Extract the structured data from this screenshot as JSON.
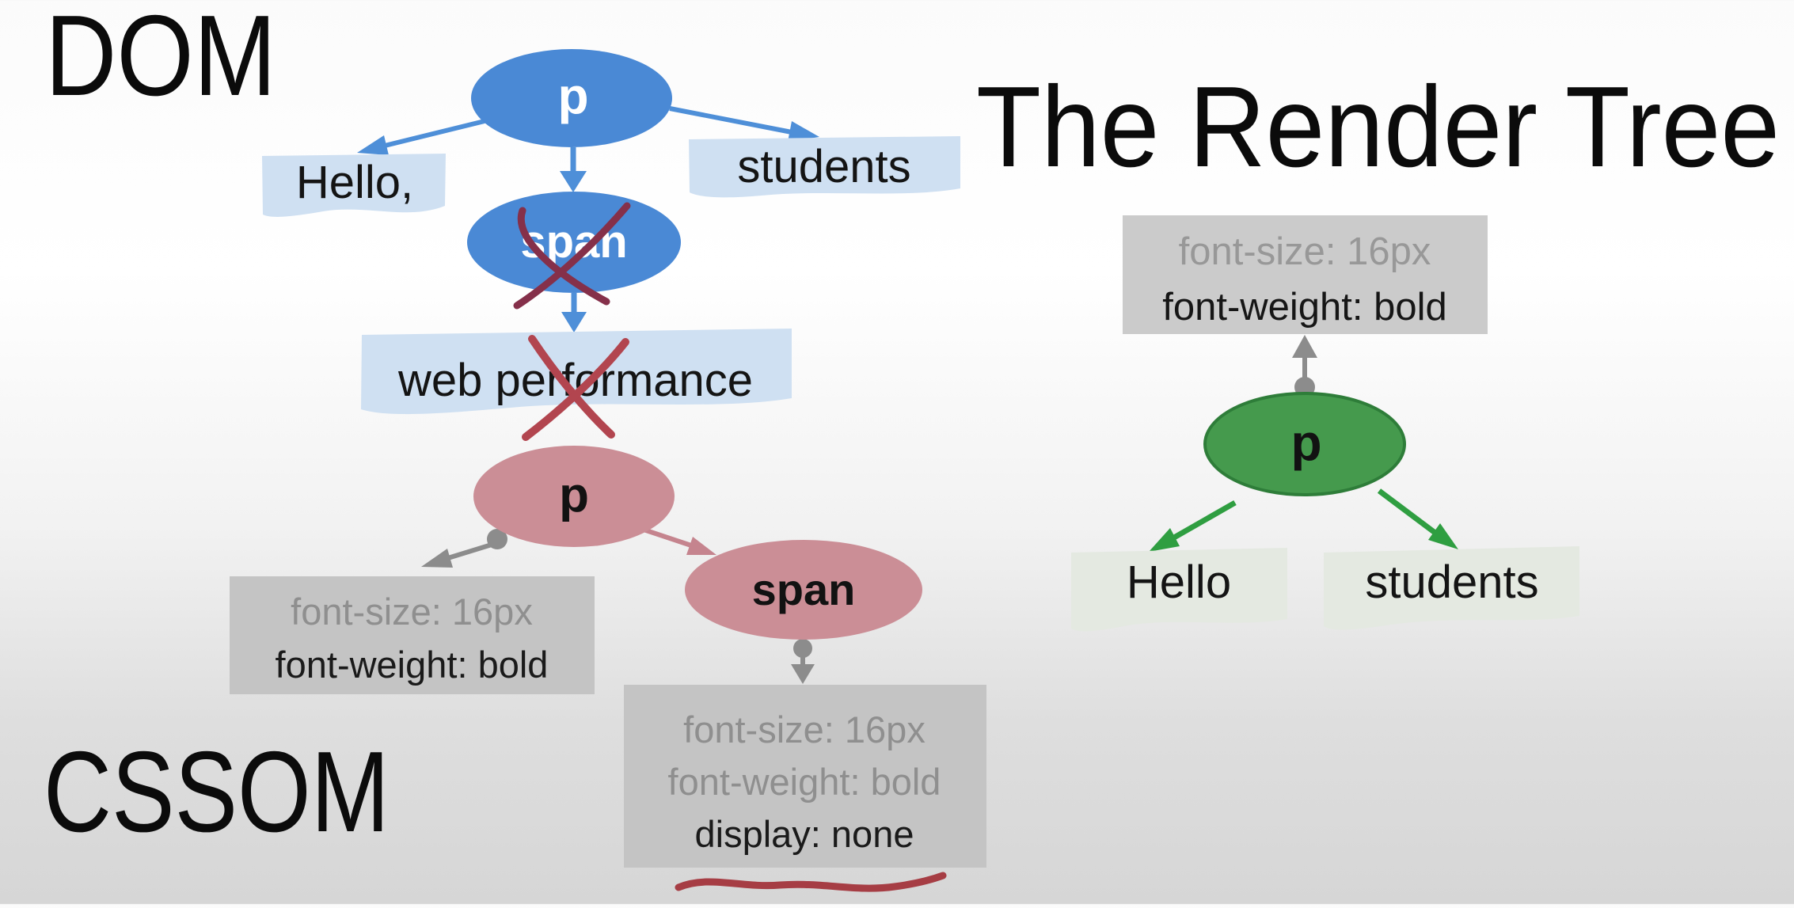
{
  "titles": {
    "dom": "DOM",
    "cssom": "CSSOM",
    "render_tree": "The Render Tree"
  },
  "dom_tree": {
    "p_label": "p",
    "text_left": "Hello,",
    "text_right": "students",
    "span_label": "span",
    "span_text": "web performance"
  },
  "cssom_tree": {
    "p_label": "p",
    "span_label": "span",
    "p_rules": [
      "font-size: 16px",
      "font-weight: bold"
    ],
    "span_rules": [
      "font-size: 16px",
      "font-weight: bold",
      "display: none"
    ]
  },
  "render_tree": {
    "p_label": "p",
    "p_rules": [
      "font-size: 16px",
      "font-weight: bold"
    ],
    "text_left": "Hello",
    "text_right": "students"
  },
  "colors": {
    "dom_node_fill": "#4a89d5",
    "dom_arrow": "#4e8fd8",
    "dom_text_box_fill": "#cfe0f2",
    "cssom_node_fill": "#cb8e96",
    "cssom_arrow": "#c5848e",
    "rule_box_fill": "#c4c4c4",
    "render_rule_box_fill": "#cbcbcb",
    "connector_gray": "#8c8c8c",
    "render_node_fill": "#459a4d",
    "render_node_stroke": "#2e7d39",
    "render_arrow": "#2f9e41",
    "render_text_box_fill": "#e4e9e1",
    "strike_dark_red": "#85304a",
    "strike_red": "#b2454f",
    "underline_red": "#a63d44"
  }
}
